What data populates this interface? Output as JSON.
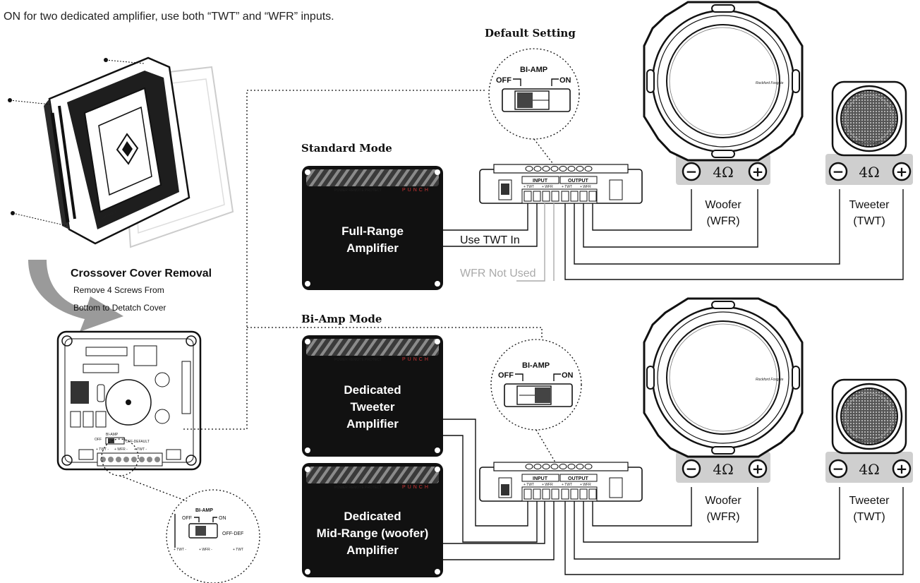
{
  "intro_text": "ON for two dedicated amplifier, use both “TWT” and “WFR” inputs.",
  "default_setting": {
    "heading": "Default Setting",
    "switch_title": "BI-AMP",
    "off": "OFF",
    "on": "ON"
  },
  "standard_mode": {
    "heading": "Standard Mode",
    "amp_lines": [
      "Full-Range",
      "Amplifier"
    ],
    "wire_label_used": "Use TWT In",
    "wire_label_unused": "WFR Not Used"
  },
  "bi_amp_mode": {
    "heading": "Bi-Amp Mode",
    "switch_title": "BI-AMP",
    "off": "OFF",
    "on": "ON",
    "tweeter_amp_lines": [
      "Dedicated",
      "Tweeter",
      "Amplifier"
    ],
    "woofer_amp_lines": [
      "Dedicated",
      "Mid-Range (woofer)",
      "Amplifier"
    ]
  },
  "cover_removal": {
    "title": "Crossover Cover Removal",
    "line1": "Remove 4 Screws From",
    "line2": "Bottom to Detatch Cover"
  },
  "board_zoom": {
    "title": "BI-AMP",
    "off": "OFF",
    "on": "ON",
    "off_def": "OFF-DEF",
    "twt": "+ TWT -",
    "wfr": "+ WFR -",
    "twt2": "+ TWT"
  },
  "board_labels": {
    "biamp": "BI-AMP",
    "off": "OFF",
    "on": "ON",
    "off_default": "OFF-DEFAULT",
    "twt": "+ TWT -",
    "wfr": "+ WFR -",
    "twt_out": "+ TWT -"
  },
  "crossover_block": {
    "input": "INPUT",
    "output": "OUTPUT",
    "twt": "+ TWT",
    "wfr": "+ WFR"
  },
  "speakers": {
    "impedance": "4Ω",
    "minus": "−",
    "plus": "+",
    "woofer_name": "Woofer",
    "woofer_code": "(WFR)",
    "tweeter_name": "Tweeter",
    "tweeter_code": "(TWT)"
  },
  "amp_brand": "PUNCH",
  "colors": {
    "ink": "#111111",
    "amp_body": "#111111",
    "speaker_plate": "#cfcfcf",
    "grey_wire": "#aaaaaa",
    "brand_red": "#cc3333"
  }
}
